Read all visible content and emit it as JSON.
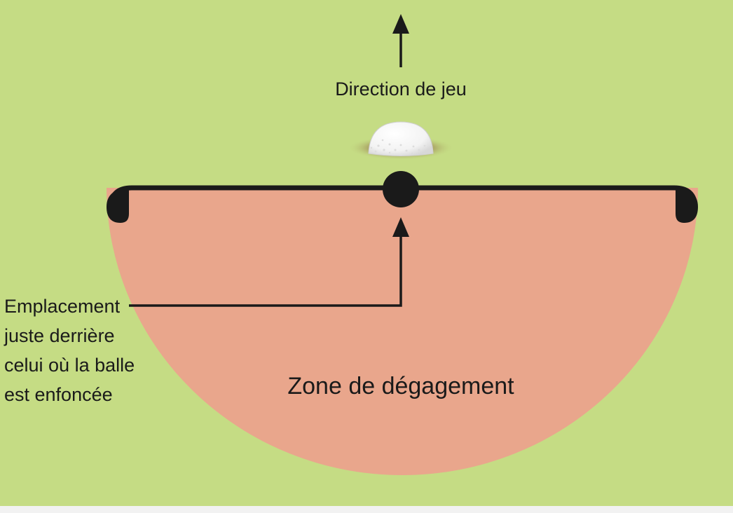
{
  "diagram": {
    "labels": {
      "play_direction": "Direction de jeu",
      "spot_lines": [
        "Emplacement",
        "juste derrière",
        "celui où la balle",
        "est enfoncée"
      ],
      "relief_area": "Zone de dégagement"
    },
    "colors": {
      "background": "#c5dc84",
      "relief_area": "#e9a68c",
      "lines": "#1a1a1a",
      "ball": "#ffffff",
      "pitch_mark": "#b58a6a",
      "bottom_strip": "#f2f2f2"
    }
  }
}
